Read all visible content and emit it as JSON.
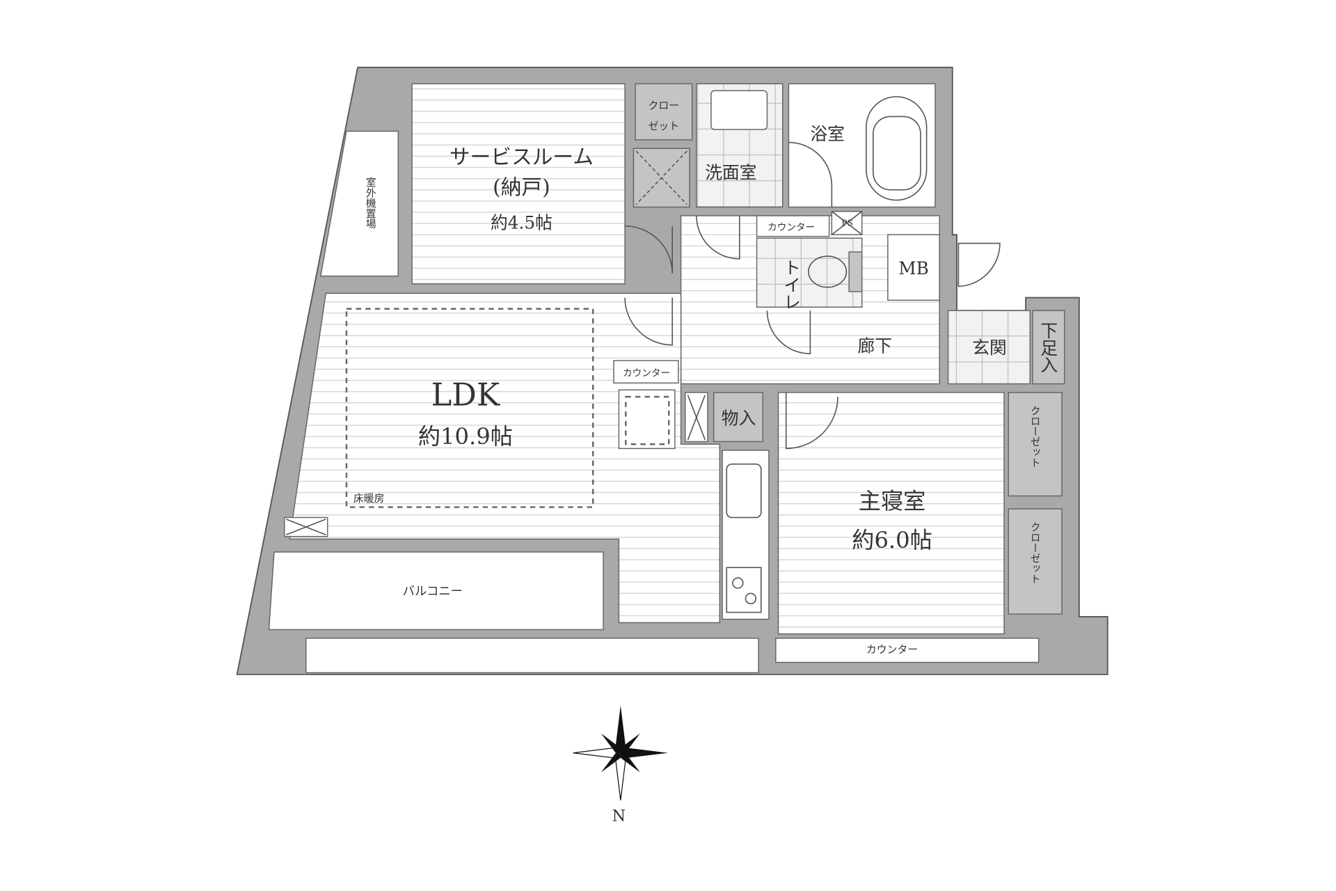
{
  "floor_plan": {
    "rooms": {
      "service_room": {
        "name": "サービスルーム",
        "sub": "(納戸)",
        "size": "約4.5帖"
      },
      "ldk": {
        "name": "LDK",
        "size": "約10.9帖"
      },
      "master_bedroom": {
        "name": "主寝室",
        "size": "約6.0帖"
      },
      "bath": "浴室",
      "washroom": "洗面室",
      "toilet": "トイレ",
      "hallway": "廊下",
      "entrance": "玄関",
      "shoe_storage": "下足入",
      "storage": "物入",
      "mb": "MB",
      "ps": "PS",
      "closet_top": [
        "クロー",
        "ゼット"
      ],
      "closet_bedroom_1": "クローゼット",
      "closet_bedroom_2": "クローゼット",
      "outdoor_unit": "室外機置場",
      "balcony": "バルコニー",
      "floor_heating": "床暖房",
      "counter_toilet": "カウンター",
      "counter_kitchen": "カウンター",
      "counter_bedroom": "カウンター"
    },
    "compass": {
      "north_label": "N"
    }
  },
  "colors": {
    "wall": "#a9a9a9",
    "closet": "#c4c4c4",
    "line": "#555555"
  }
}
